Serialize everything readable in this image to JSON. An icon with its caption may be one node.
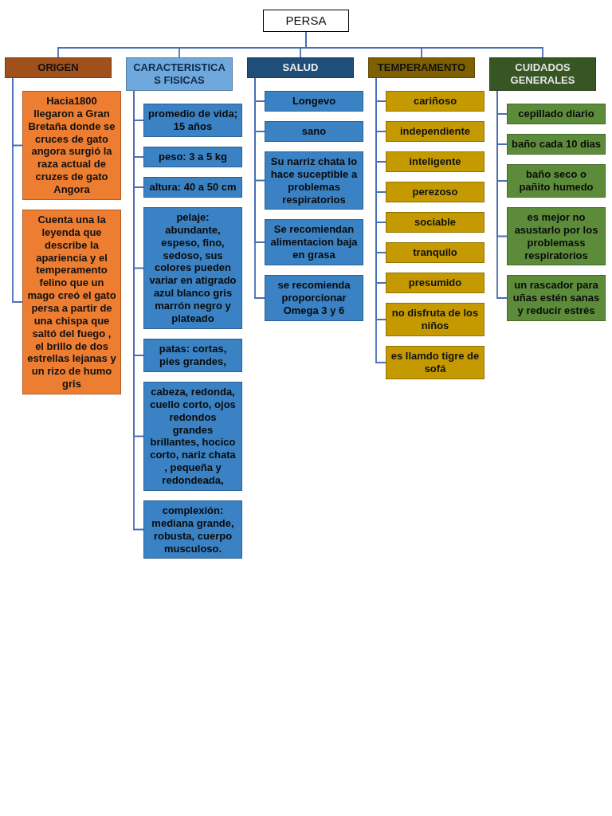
{
  "diagram": {
    "nodes": [
      {
        "text": [
          "PERSA"
        ]
      },
      {
        "text": [
          "ORIGEN"
        ]
      },
      {
        "text": [
          "Hacia1800 llegaron a Gran Bretaña donde se cruces de gato angora surgió la raza actual de cruzes de gato Angora"
        ]
      },
      {
        "text": [
          "Cuenta una la leyenda que describe la apariencia y el temperamento felino que un mago creó el gato persa a partir de una chispa que saltó del fuego , el brillo de dos estrellas lejanas y un rizo de humo gris"
        ]
      },
      {
        "text": [
          "CARACTERISTICAS FISICAS"
        ]
      },
      {
        "text": [
          "promedio de vida;  15 años"
        ]
      },
      {
        "text": [
          "peso: 3 a 5 kg"
        ]
      },
      {
        "text": [
          "altura: 40 a 50 cm"
        ]
      },
      {
        "text": [
          "pelaje: abundante, espeso, fino, sedoso, sus colores pueden variar en atigrado azul blanco gris marrón negro y plateado"
        ]
      },
      {
        "text": [
          "patas: cortas, pies grandes,"
        ]
      },
      {
        "text": [
          "cabeza, redonda, cuello corto, ojos redondos grandes brillantes, hocico corto, nariz chata , pequeña y redondeada,"
        ]
      },
      {
        "text": [
          "complexión: mediana grande, robusta, cuerpo musculoso."
        ]
      },
      {
        "text": [
          "SALUD"
        ]
      },
      {
        "text": [
          "Longevo"
        ]
      },
      {
        "text": [
          "sano"
        ]
      },
      {
        "text": [
          "Su narriz chata lo hace suceptible a problemas respiratorios"
        ]
      },
      {
        "text": [
          "Se recomiendan alimentacion baja en grasa"
        ]
      },
      {
        "text": [
          "se recomienda proporcionar Omega 3 y 6"
        ]
      },
      {
        "text": [
          "TEMPERAMENTO"
        ]
      },
      {
        "text": [
          "cariñoso"
        ]
      },
      {
        "text": [
          "independiente"
        ]
      },
      {
        "text": [
          "inteligente"
        ]
      },
      {
        "text": [
          "perezoso"
        ]
      },
      {
        "text": [
          "sociable"
        ]
      },
      {
        "text": [
          "tranquilo"
        ]
      },
      {
        "text": [
          "presumido"
        ]
      },
      {
        "text": [
          "no disfruta de los niños"
        ]
      },
      {
        "text": [
          "es llamdo tigre de sofá"
        ]
      },
      {
        "text": [
          "CUIDADOS GENERALES"
        ]
      },
      {
        "text": [
          "cepillado diario"
        ]
      },
      {
        "text": [
          "baño cada 10 dias"
        ]
      },
      {
        "text": [
          "baño seco  o pañito humedo"
        ]
      },
      {
        "text": [
          "es mejor no asustarlo por los problemass respiratorios"
        ]
      },
      {
        "text": [
          "un rascador para uñas estén sanas y reducir  estrés"
        ]
      }
    ],
    "edges": [
      {
        "from": 0,
        "to": 1,
        "arrow": "none"
      },
      {
        "from": 0,
        "to": 4,
        "arrow": "none"
      },
      {
        "from": 0,
        "to": 12,
        "arrow": "none"
      },
      {
        "from": 0,
        "to": 18,
        "arrow": "none"
      },
      {
        "from": 0,
        "to": 28,
        "arrow": "none"
      },
      {
        "from": 1,
        "to": 2,
        "arrow": "none"
      },
      {
        "from": 1,
        "to": 3,
        "arrow": "none"
      },
      {
        "from": 4,
        "to": 5,
        "arrow": "none"
      },
      {
        "from": 4,
        "to": 6,
        "arrow": "none"
      },
      {
        "from": 4,
        "to": 7,
        "arrow": "none"
      },
      {
        "from": 4,
        "to": 8,
        "arrow": "none"
      },
      {
        "from": 4,
        "to": 9,
        "arrow": "none"
      },
      {
        "from": 4,
        "to": 10,
        "arrow": "none"
      },
      {
        "from": 4,
        "to": 11,
        "arrow": "none"
      },
      {
        "from": 12,
        "to": 13,
        "arrow": "none"
      },
      {
        "from": 12,
        "to": 14,
        "arrow": "none"
      },
      {
        "from": 12,
        "to": 15,
        "arrow": "none"
      },
      {
        "from": 12,
        "to": 16,
        "arrow": "none"
      },
      {
        "from": 12,
        "to": 17,
        "arrow": "none"
      },
      {
        "from": 18,
        "to": 19,
        "arrow": "none"
      },
      {
        "from": 18,
        "to": 20,
        "arrow": "none"
      },
      {
        "from": 18,
        "to": 21,
        "arrow": "none"
      },
      {
        "from": 18,
        "to": 22,
        "arrow": "none"
      },
      {
        "from": 18,
        "to": 23,
        "arrow": "none"
      },
      {
        "from": 18,
        "to": 24,
        "arrow": "none"
      },
      {
        "from": 18,
        "to": 25,
        "arrow": "none"
      },
      {
        "from": 18,
        "to": 26,
        "arrow": "none"
      },
      {
        "from": 18,
        "to": 27,
        "arrow": "none"
      },
      {
        "from": 28,
        "to": 29,
        "arrow": "none"
      },
      {
        "from": 28,
        "to": 30,
        "arrow": "none"
      },
      {
        "from": 28,
        "to": 31,
        "arrow": "none"
      },
      {
        "from": 28,
        "to": 32,
        "arrow": "none"
      },
      {
        "from": 28,
        "to": 33,
        "arrow": "none"
      }
    ]
  }
}
